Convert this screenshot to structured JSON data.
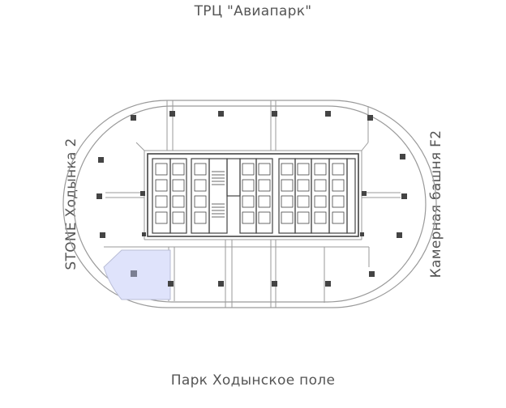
{
  "labels": {
    "top": "ТРЦ \"Авиапарк\"",
    "bottom": "Парк Ходынское поле",
    "left": "STONE Ходынка 2",
    "right": "Камерная башня F2"
  },
  "colors": {
    "line": "#9a9a9a",
    "core": "#444444",
    "column": "#444444",
    "highlight_fill": "#dfe3fb",
    "highlight_marker": "#7b7f92",
    "text": "#555555"
  },
  "plan": {
    "selected_unit": "southwest-office"
  }
}
